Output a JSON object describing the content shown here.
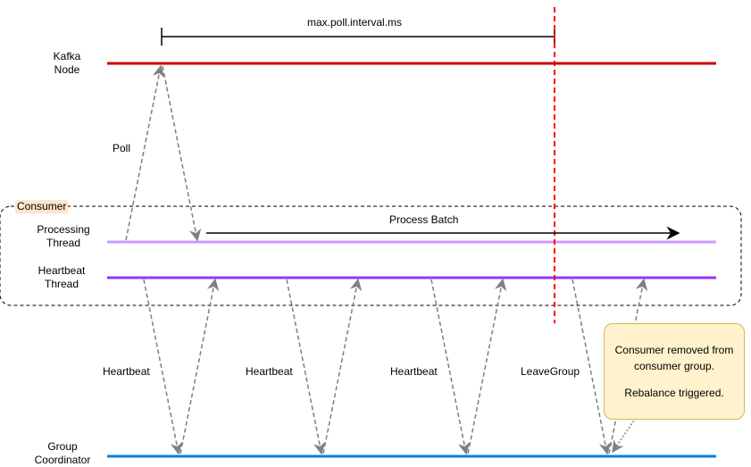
{
  "lanes": {
    "kafka": {
      "label": "Kafka\nNode",
      "color": "#cc0000"
    },
    "processing": {
      "label": "Processing\nThread",
      "color": "#cc99ff"
    },
    "heartbeat": {
      "label": "Heartbeat\nThread",
      "color": "#9933ff"
    },
    "coordinator": {
      "label": "Group\nCoordinator",
      "color": "#0080e0"
    }
  },
  "consumer_group_label": "Consumer",
  "interval_label": "max.poll.interval.ms",
  "process_batch_label": "Process Batch",
  "poll_label": "Poll",
  "heartbeat_labels": [
    "Heartbeat",
    "Heartbeat",
    "Heartbeat"
  ],
  "leave_group_label": "LeaveGroup",
  "note": {
    "line1": "Consumer removed from consumer group.",
    "line2": "Rebalance triggered."
  },
  "colors": {
    "timeout_line": "#ff0000",
    "arrow": "#808080",
    "note_fill": "#fff2cc"
  }
}
